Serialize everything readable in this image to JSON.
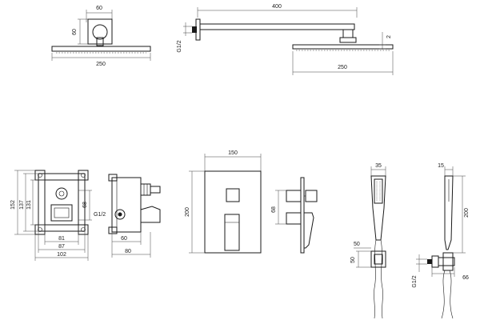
{
  "dimensions": {
    "head_top_width": "60",
    "head_top_depth": "60",
    "head_width": "250",
    "arm_length": "400",
    "arm_thread": "G1/2",
    "arm_drop": "2",
    "head_side_width": "250",
    "box_height_outer": "152",
    "box_height_mid": "137",
    "box_height_inner": "131",
    "box_port": "68",
    "box_w_inner": "81",
    "box_w_mid": "87",
    "box_w_outer": "102",
    "box_side_thread": "G1/2",
    "box_side_depth_a": "60",
    "box_side_depth_b": "80",
    "plate_width": "150",
    "plate_height": "200",
    "handle_projection": "68",
    "hand_width": "35",
    "hand_holder": "50",
    "hand_holder_h": "50",
    "hand_side_width": "15",
    "hand_length": "200",
    "elbow_thread": "G1/2",
    "elbow_depth": "66"
  }
}
